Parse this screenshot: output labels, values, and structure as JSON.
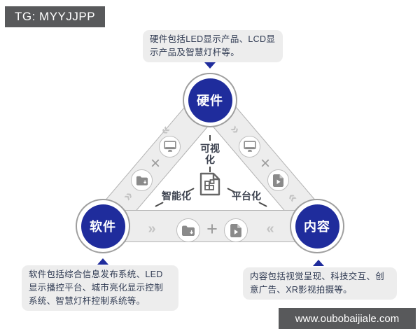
{
  "watermarks": {
    "top_left": "TG: MYYJJPP",
    "bottom_right": "www.oubobaijiale.com"
  },
  "nodes": {
    "top": {
      "label": "硬件"
    },
    "left": {
      "label": "软件"
    },
    "right": {
      "label": "内容"
    }
  },
  "callouts": {
    "top": {
      "text": "硬件包括LED显示产品、LCD显示产品及智慧灯杆等。"
    },
    "left": {
      "text": "软件包括综合信息发布系统、LED显示播控平台、城市亮化显示控制系统、智慧灯杆控制系统等。"
    },
    "right": {
      "text": "内容包括视觉呈现、科技交互、创意广告、XR影视拍摄等。"
    }
  },
  "center": {
    "top_label": "可视化",
    "left_label": "智能化",
    "right_label": "平台化",
    "icon": "document-grid-icon"
  },
  "bands": {
    "left": {
      "operator": "×",
      "icons": [
        "monitor-icon",
        "folder-icon"
      ]
    },
    "right": {
      "operator": "×",
      "icons": [
        "monitor-icon",
        "media-file-icon"
      ]
    },
    "bottom": {
      "operator": "+",
      "icons": [
        "folder-icon",
        "media-file-icon"
      ]
    }
  },
  "symbols": {
    "multiply": "×",
    "plus": "+",
    "chevron_right": "»",
    "chevron_left": "«"
  },
  "colors": {
    "node_blue": "#1f2c9c",
    "band_fill": "#ededed",
    "band_border": "#b3b3b3",
    "callout_bg": "#ededed",
    "callout_text": "#2f3a52",
    "watermark_bg": "#58595b",
    "icon_gray": "#8a8a8a"
  }
}
